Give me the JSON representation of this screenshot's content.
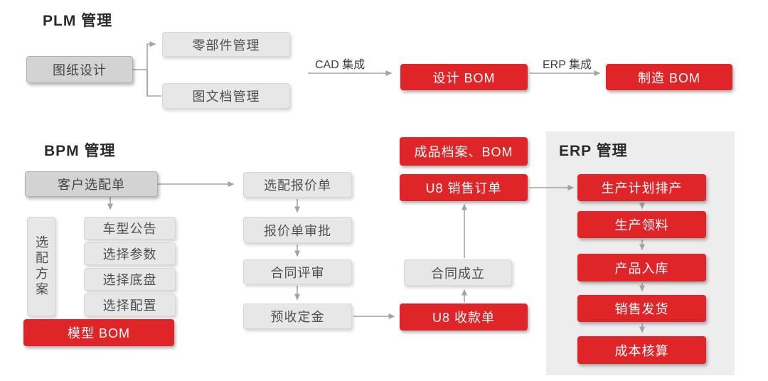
{
  "colors": {
    "accent_red": "#e02529",
    "box_gray_dark": "#d3d3d3",
    "box_gray_light": "#e7e7e7",
    "erp_panel_bg": "#ededed",
    "arrow_gray": "#a2a3a7"
  },
  "plm": {
    "title": "PLM 管理",
    "nodes": {
      "drawing_design": "图纸设计",
      "parts_mgmt": "零部件管理",
      "doc_mgmt": "图文档管理",
      "cad_integration_label": "CAD 集成",
      "design_bom": "设计 BOM",
      "erp_integration_label": "ERP 集成",
      "mfg_bom": "制造 BOM"
    }
  },
  "bpm": {
    "title": "BPM 管理",
    "nodes": {
      "customer_config_order": "客户选配单",
      "config_plan": "选配方案",
      "model_notice": "车型公告",
      "select_params": "选择参数",
      "select_chassis": "选择底盘",
      "select_config": "选择配置",
      "model_bom": "模型 BOM",
      "config_quote": "选配报价单",
      "quote_approval": "报价单审批",
      "contract_review": "合同评审",
      "advance_deposit": "预收定金",
      "finished_archive_bom": "成品档案、BOM",
      "u8_sales_order": "U8 销售订单",
      "contract_established": "合同成立",
      "u8_receipt": "U8 收款单"
    }
  },
  "erp": {
    "title": "ERP 管理",
    "nodes": {
      "production_plan_schedule": "生产计划排产",
      "production_material": "生产领料",
      "product_inbound": "产品入库",
      "sales_delivery": "销售发货",
      "cost_accounting": "成本核算"
    }
  }
}
